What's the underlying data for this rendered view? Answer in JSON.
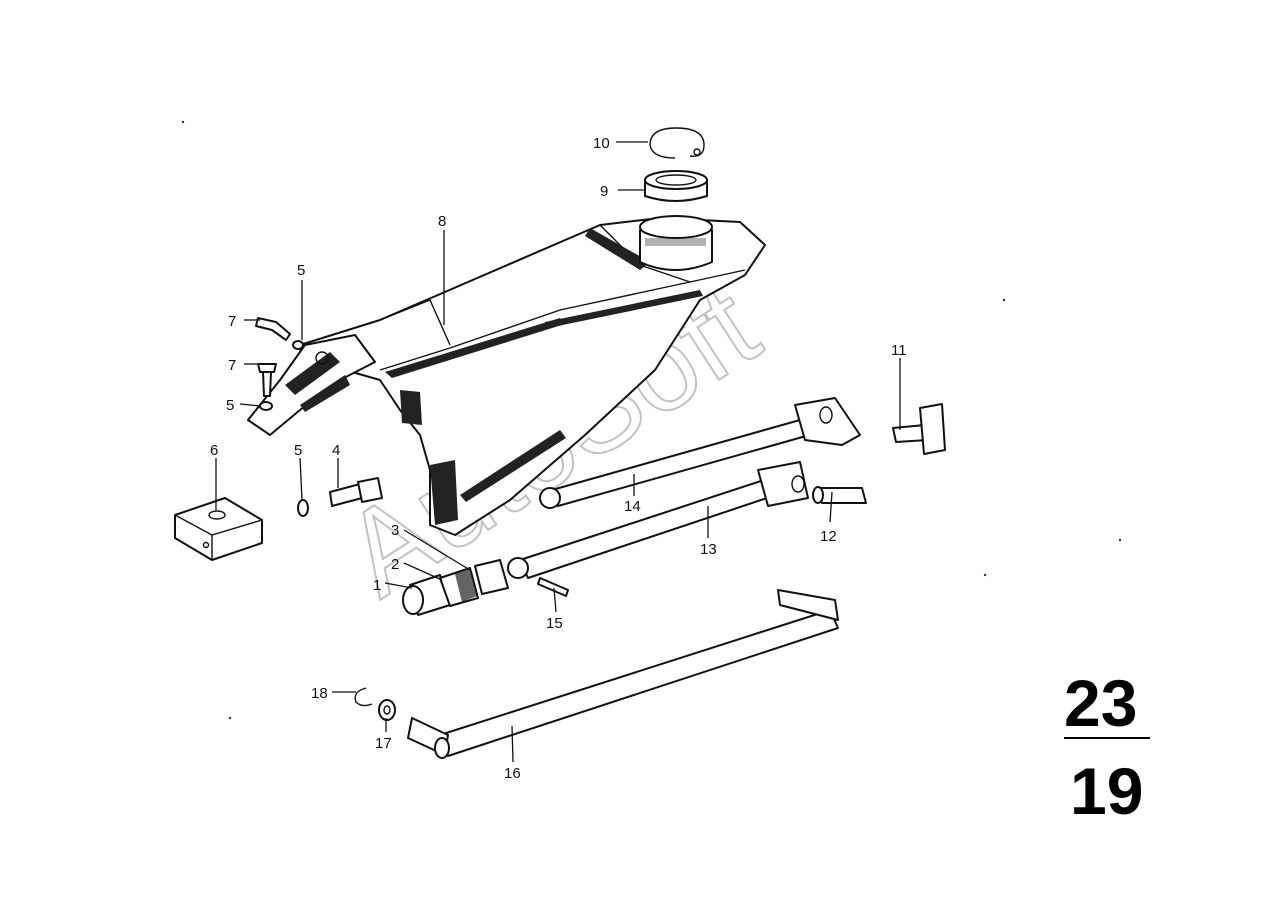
{
  "callouts": {
    "c1": "1",
    "c2": "2",
    "c3": "3",
    "c4": "4",
    "c5a": "5",
    "c5b": "5",
    "c5c": "5",
    "c6": "6",
    "c7a": "7",
    "c7b": "7",
    "c8": "8",
    "c9": "9",
    "c10": "10",
    "c11": "11",
    "c12": "12",
    "c13": "13",
    "c14": "14",
    "c15": "15",
    "c16": "16",
    "c17": "17",
    "c18": "18"
  },
  "group_number": {
    "top": "23",
    "bottom": "19"
  },
  "watermark": "AutoSoft",
  "colors": {
    "ink": "#111111",
    "background": "#ffffff",
    "watermark": "#9a9a9a"
  }
}
